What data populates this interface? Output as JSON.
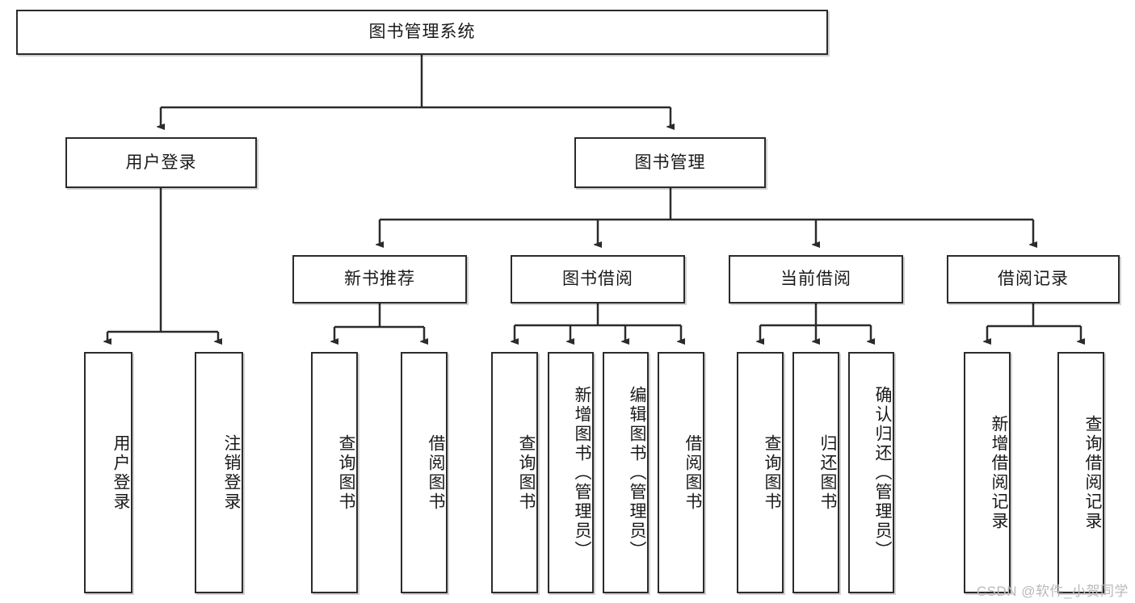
{
  "diagram": {
    "title": "图书管理系统",
    "type": "tree-hierarchy-chart",
    "root": {
      "id": "root",
      "label": "图书管理系统"
    },
    "level2": [
      {
        "id": "user-login",
        "label": "用户登录"
      },
      {
        "id": "book-manage",
        "label": "图书管理"
      }
    ],
    "level3": [
      {
        "id": "new-book-rec",
        "label": "新书推荐",
        "parent": "book-manage"
      },
      {
        "id": "book-borrow",
        "label": "图书借阅",
        "parent": "book-manage"
      },
      {
        "id": "current-borrow",
        "label": "当前借阅",
        "parent": "book-manage"
      },
      {
        "id": "borrow-record",
        "label": "借阅记录",
        "parent": "book-manage"
      }
    ],
    "leaves": [
      {
        "id": "leaf-user-login",
        "label": "用户登录",
        "parent": "user-login"
      },
      {
        "id": "leaf-user-logout",
        "label": "注销登录",
        "parent": "user-login"
      },
      {
        "id": "leaf-query-book-1",
        "label": "查询图书",
        "parent": "new-book-rec"
      },
      {
        "id": "leaf-borrow-book-1",
        "label": "借阅图书",
        "parent": "new-book-rec"
      },
      {
        "id": "leaf-query-book-2",
        "label": "查询图书",
        "parent": "book-borrow"
      },
      {
        "id": "leaf-add-book",
        "label": "新增图书（管理员）",
        "parent": "book-borrow"
      },
      {
        "id": "leaf-edit-book",
        "label": "编辑图书（管理员）",
        "parent": "book-borrow"
      },
      {
        "id": "leaf-borrow-book-2",
        "label": "借阅图书",
        "parent": "book-borrow"
      },
      {
        "id": "leaf-query-book-3",
        "label": "查询图书",
        "parent": "current-borrow"
      },
      {
        "id": "leaf-return-book",
        "label": "归还图书",
        "parent": "current-borrow"
      },
      {
        "id": "leaf-confirm-return",
        "label": "确认归还（管理员）",
        "parent": "current-borrow"
      },
      {
        "id": "leaf-add-record",
        "label": "新增借阅记录",
        "parent": "borrow-record"
      },
      {
        "id": "leaf-query-record",
        "label": "查询借阅记录",
        "parent": "borrow-record"
      }
    ],
    "colors": {
      "box_border": "#2b2b2b",
      "box_fill": "#ffffff",
      "edge": "#2b2b2b",
      "text": "#1a1a1a",
      "watermark": "#b9b9b9"
    }
  },
  "watermark": {
    "text": "CSDN @软件_小贺同学"
  }
}
